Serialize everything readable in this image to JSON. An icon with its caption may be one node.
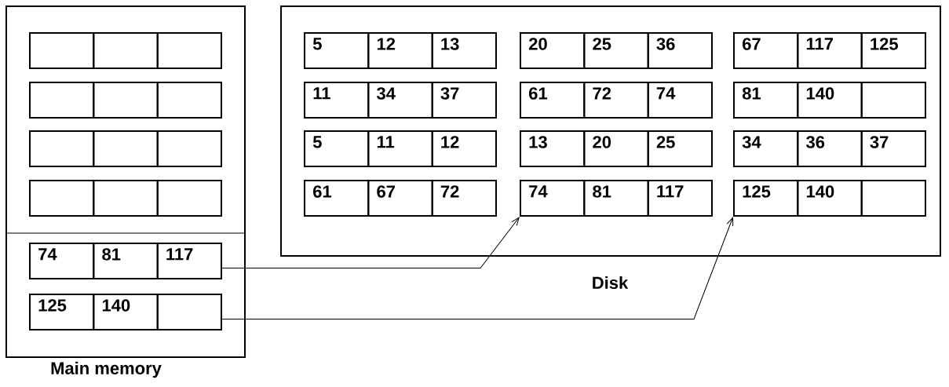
{
  "diagram": {
    "nodes": [
      {
        "text": [
          "Main memory"
        ]
      },
      {
        "text": [],
        "shape": "box",
        "in": 0
      },
      {
        "text": [],
        "shape": "box",
        "in": 0
      },
      {
        "text": [],
        "shape": "box",
        "in": 0
      },
      {
        "text": [],
        "shape": "box",
        "in": 0
      },
      {
        "text": [
          "74",
          "81",
          "117"
        ],
        "in": 0
      },
      {
        "text": [
          "125",
          "140"
        ],
        "in": 0
      },
      {
        "text": [
          "Disk"
        ]
      },
      {
        "text": [
          "5",
          "12",
          "13"
        ],
        "in": 7
      },
      {
        "text": [
          "20",
          "25",
          "36"
        ],
        "in": 7
      },
      {
        "text": [
          "67",
          "117",
          "125"
        ],
        "in": 7
      },
      {
        "text": [
          "11",
          "34",
          "37"
        ],
        "in": 7
      },
      {
        "text": [
          "61",
          "72",
          "74"
        ],
        "in": 7
      },
      {
        "text": [
          "81",
          "140"
        ],
        "in": 7
      },
      {
        "text": [
          "5",
          "11",
          "12"
        ],
        "in": 7
      },
      {
        "text": [
          "13",
          "20",
          "25"
        ],
        "in": 7
      },
      {
        "text": [
          "34",
          "36",
          "37"
        ],
        "in": 7
      },
      {
        "text": [
          "61",
          "67",
          "72"
        ],
        "in": 7
      },
      {
        "text": [
          "74",
          "81",
          "117"
        ],
        "in": 7
      },
      {
        "text": [
          "125",
          "140"
        ],
        "in": 7
      }
    ],
    "edges": [
      {
        "from": 5,
        "to": 18,
        "arrow": "to"
      },
      {
        "from": 6,
        "to": 19,
        "arrow": "to"
      }
    ]
  }
}
